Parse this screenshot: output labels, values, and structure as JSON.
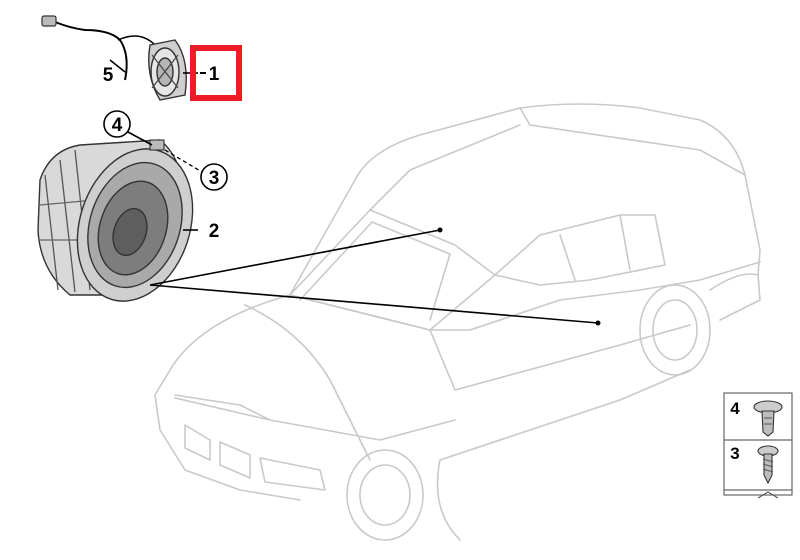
{
  "callouts": {
    "part_1": "1",
    "part_2": "2",
    "part_3": "3",
    "part_4": "4",
    "part_5": "5"
  },
  "legend": {
    "items": [
      {
        "number": "4",
        "icon": "push-clip-icon"
      },
      {
        "number": "3",
        "icon": "screw-icon"
      }
    ]
  },
  "colors": {
    "highlight": "#ee1c25",
    "car_outline": "#c9c9c9",
    "ink": "#000000"
  }
}
